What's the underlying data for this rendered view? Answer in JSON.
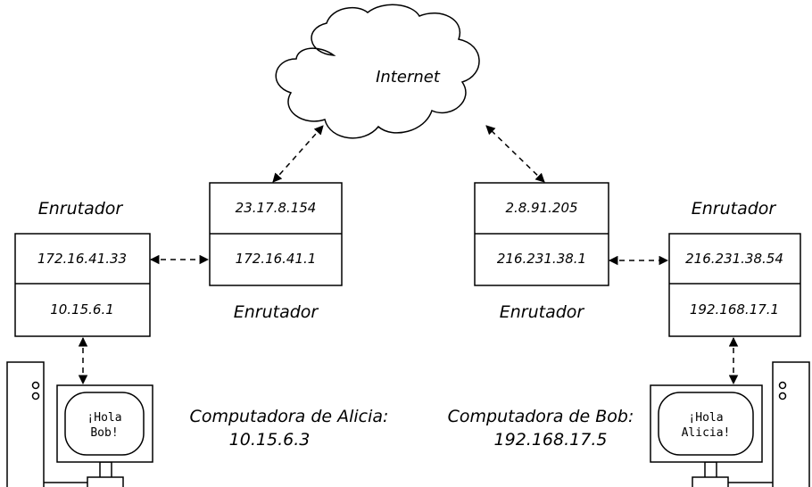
{
  "cloud": {
    "label": "Internet"
  },
  "router_label": "Enrutador",
  "routers": {
    "alice_home": {
      "top_ip": "172.16.41.33",
      "bottom_ip": "10.15.6.1"
    },
    "alice_isp": {
      "top_ip": "23.17.8.154",
      "bottom_ip": "172.16.41.1"
    },
    "bob_isp": {
      "top_ip": "2.8.91.205",
      "bottom_ip": "216.231.38.1"
    },
    "bob_home": {
      "top_ip": "216.231.38.54",
      "bottom_ip": "192.168.17.1"
    }
  },
  "computers": {
    "alice": {
      "label_line1": "Computadora de Alicia:",
      "label_line2": "10.15.6.3",
      "screen_line1": "¡Hola",
      "screen_line2": "Bob!"
    },
    "bob": {
      "label_line1": "Computadora de Bob:",
      "label_line2": "192.168.17.5",
      "screen_line1": "¡Hola",
      "screen_line2": "Alicia!"
    }
  }
}
